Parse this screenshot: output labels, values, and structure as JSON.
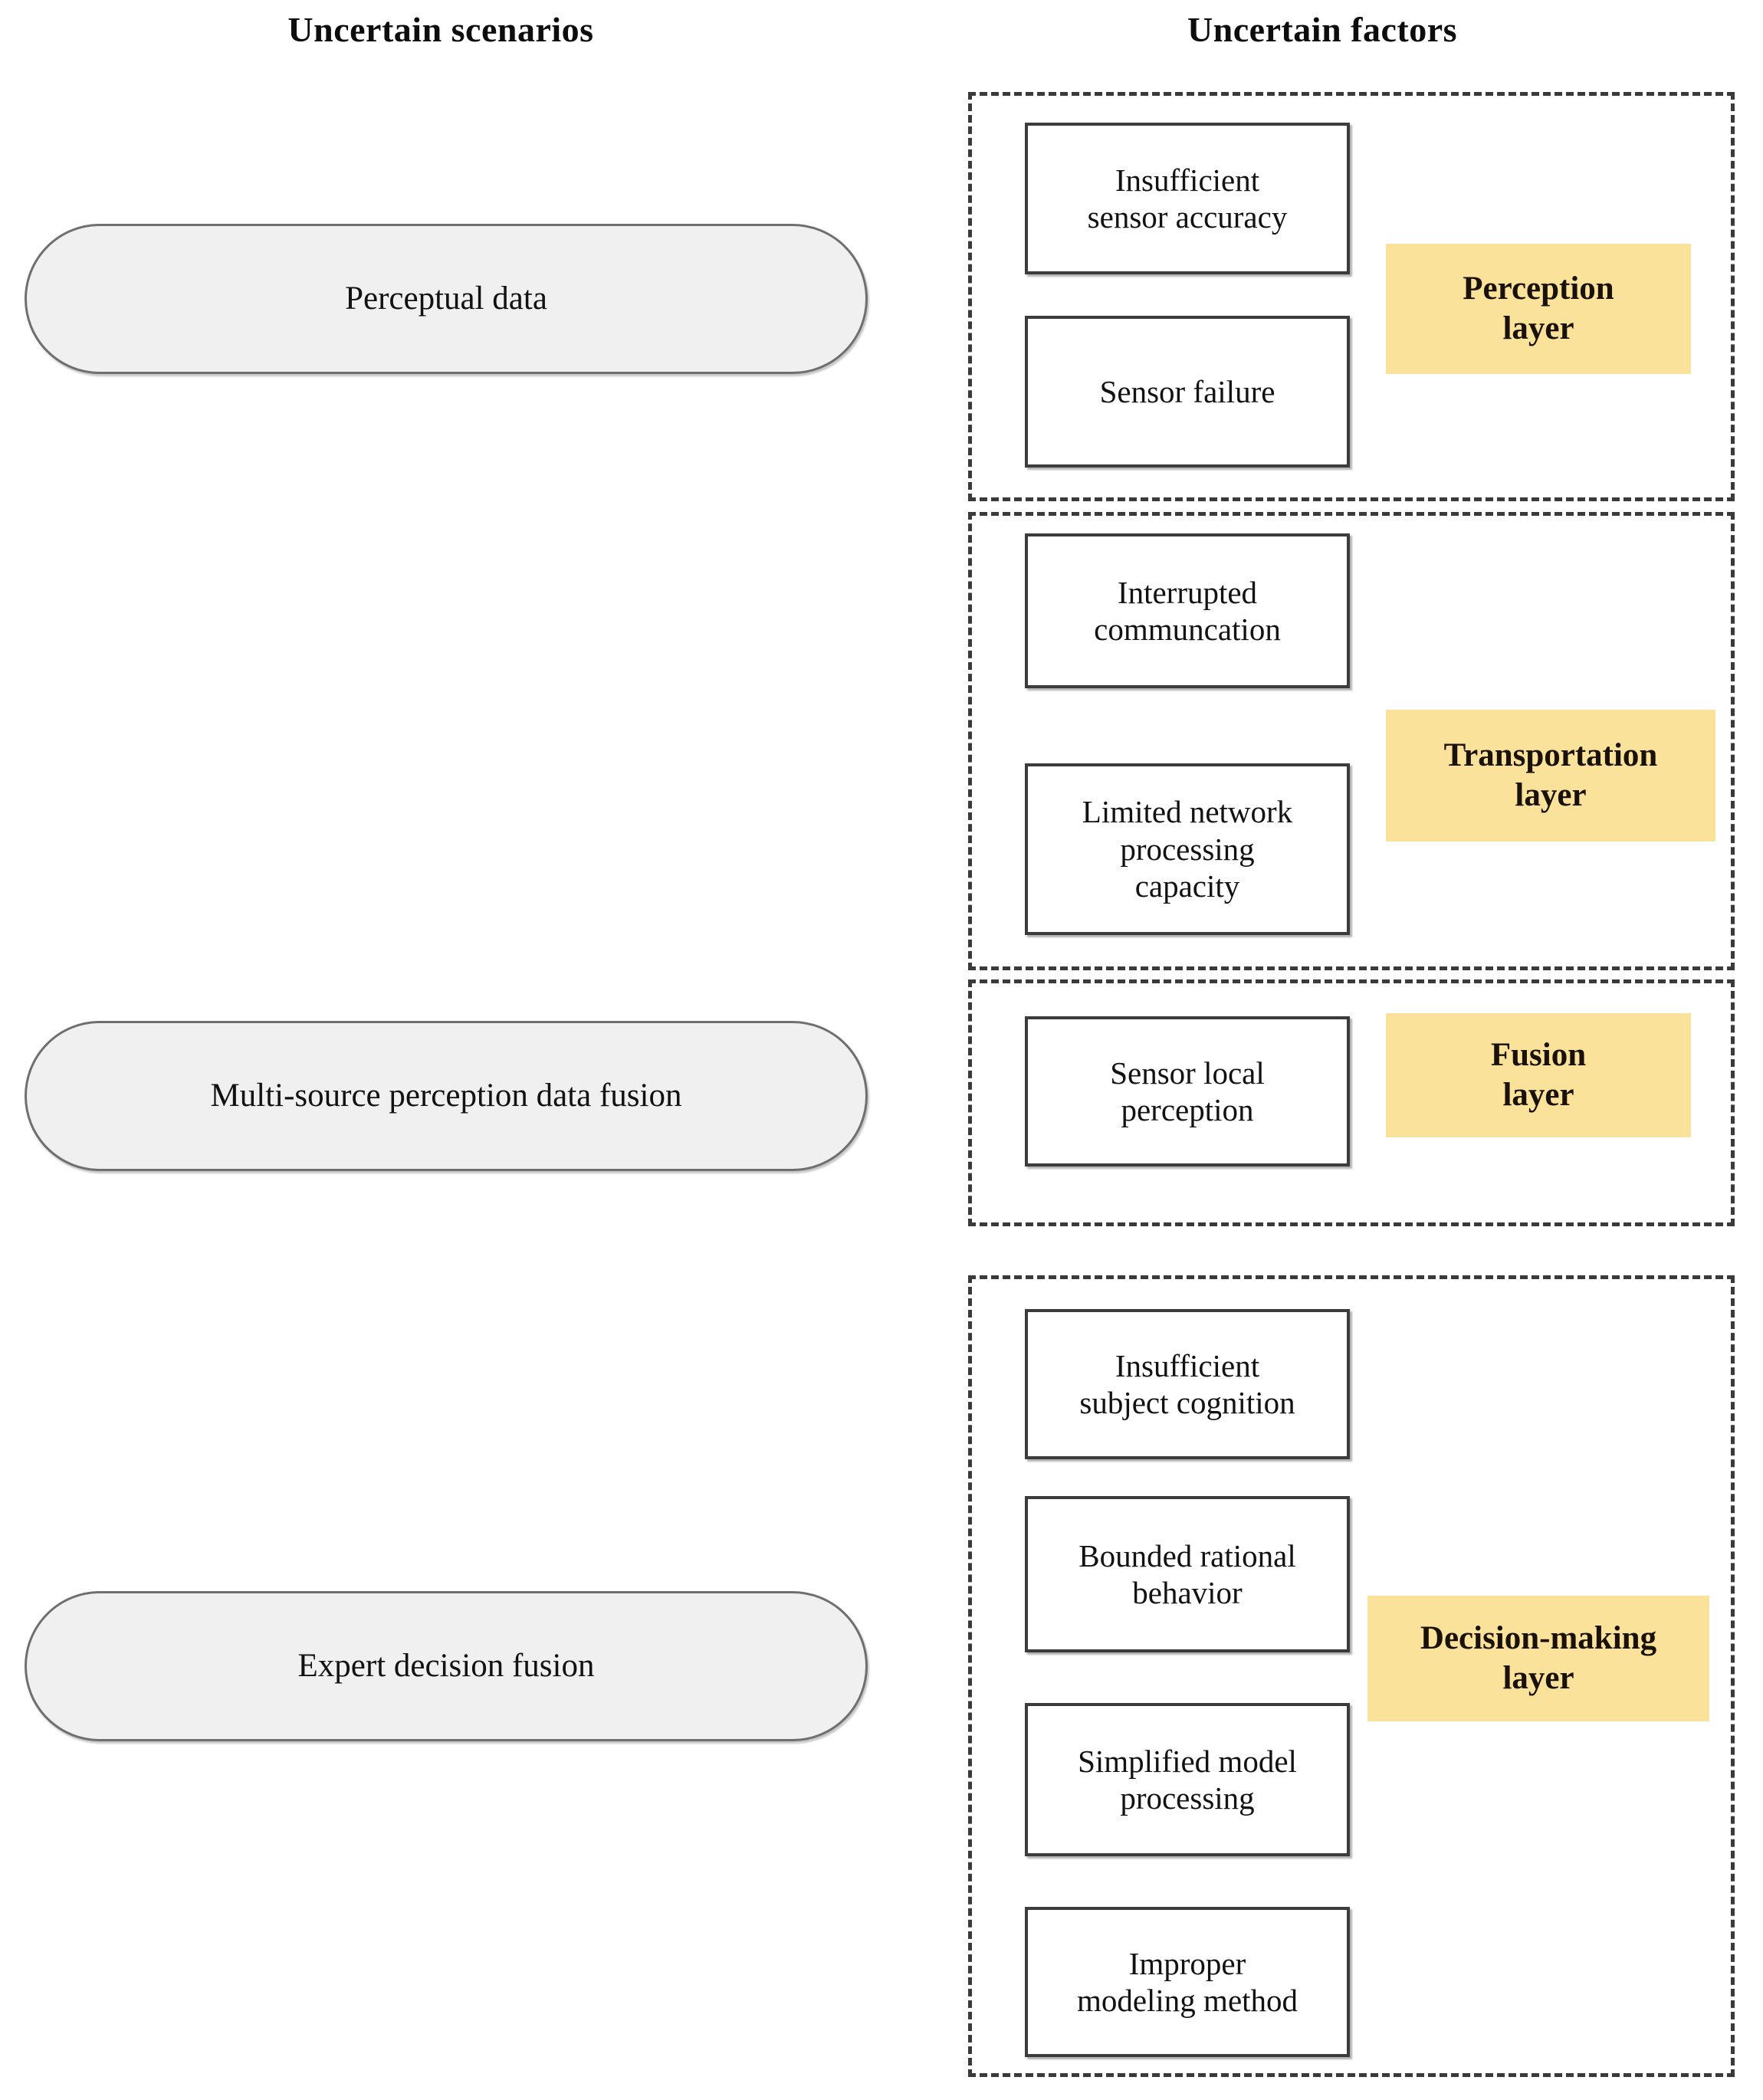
{
  "headings": {
    "left": "Uncertain scenarios",
    "right": "Uncertain factors"
  },
  "colors": {
    "layer_tag_fill": "#fbe29a",
    "scenario_fill": "#f0f0f0",
    "box_border": "#3c3c3c",
    "group_border": "#3a3a3a"
  },
  "scenarios": [
    {
      "label": "Perceptual data"
    },
    {
      "label": "Multi-source perception data fusion"
    },
    {
      "label": "Expert decision fusion"
    }
  ],
  "layers": [
    {
      "tag": "Perception\nlayer",
      "tag_line1": "Perception",
      "tag_line2": "layer",
      "factors": [
        {
          "line1": "Insufficient",
          "line2": "sensor accuracy"
        },
        {
          "line1": "Sensor failure",
          "line2": ""
        }
      ]
    },
    {
      "tag": "Transportation\nlayer",
      "tag_line1": "Transportation",
      "tag_line2": "layer",
      "factors": [
        {
          "line1": "Interrupted",
          "line2": "communcation"
        },
        {
          "line1": "Limited network",
          "line2": "processing",
          "line3": "capacity"
        }
      ]
    },
    {
      "tag": "Fusion\nlayer",
      "tag_line1": "Fusion",
      "tag_line2": "layer",
      "factors": [
        {
          "line1": "Sensor local",
          "line2": "perception"
        }
      ]
    },
    {
      "tag": "Decision-making\nlayer",
      "tag_line1": "Decision-making",
      "tag_line2": "layer",
      "factors": [
        {
          "line1": "Insufficient",
          "line2": "subject cognition"
        },
        {
          "line1": "Bounded rational",
          "line2": "behavior"
        },
        {
          "line1": "Simplified model",
          "line2": "processing"
        },
        {
          "line1": "Improper",
          "line2": "modeling method"
        }
      ]
    }
  ]
}
